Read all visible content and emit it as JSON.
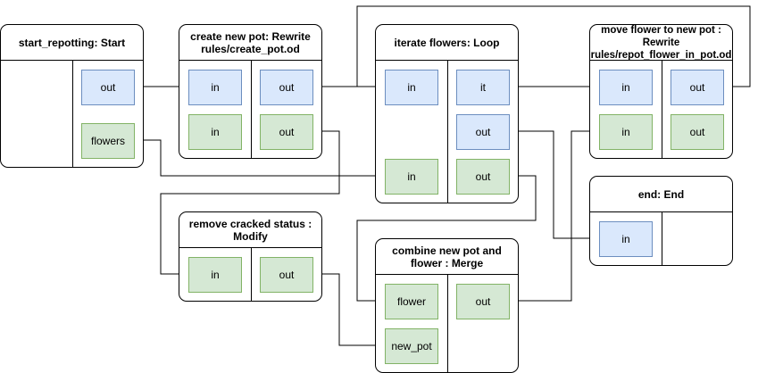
{
  "nodes": {
    "start": {
      "title": "start_repotting: Start",
      "out": "out",
      "flowers": "flowers"
    },
    "create_pot": {
      "title": "create new pot: Rewrite rules/create_pot.od",
      "in_ctrl": "in",
      "out_ctrl": "out",
      "in_data": "in",
      "out_data": "out"
    },
    "iterate": {
      "title": "iterate flowers: Loop",
      "in_ctrl": "in",
      "it": "it",
      "out_ctrl": "out",
      "in_data": "in",
      "out_data": "out"
    },
    "move_flower": {
      "title": "move flower to new pot : Rewrite rules/repot_flower_in_pot.od",
      "in_ctrl": "in",
      "out_ctrl": "out",
      "in_data": "in",
      "out_data": "out"
    },
    "end": {
      "title": "end: End",
      "in_ctrl": "in"
    },
    "remove_cracked": {
      "title": "remove cracked status : Modify",
      "in_data": "in",
      "out_data": "out"
    },
    "combine": {
      "title": "combine new pot and flower : Merge",
      "flower": "flower",
      "new_pot": "new_pot",
      "out_data": "out"
    }
  },
  "colors": {
    "control_port": "#dae8fc",
    "control_port_border": "#6c8ebf",
    "data_port": "#d5e8d4",
    "data_port_border": "#82b366",
    "edge": "#000000"
  }
}
